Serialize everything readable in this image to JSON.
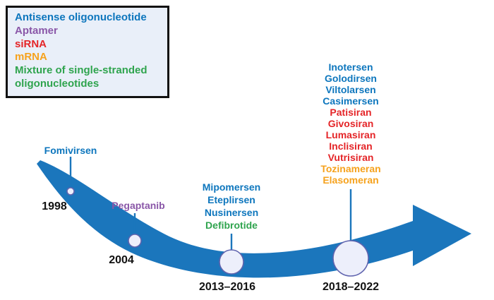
{
  "legend": {
    "items": [
      {
        "label": "Antisense oligonucleotide",
        "color": "#0d76bd"
      },
      {
        "label": "Aptamer",
        "color": "#8a57a8"
      },
      {
        "label": "siRNA",
        "color": "#e42528"
      },
      {
        "label": "mRNA",
        "color": "#f6a21d"
      },
      {
        "label": "Mixture of single-stranded oligonucleotides",
        "color": "#2fa44e"
      }
    ]
  },
  "timeline": {
    "arrow_color": "#1b76bc",
    "node_fill": "#edeffb",
    "milestones": [
      {
        "year": "1998",
        "drugs": [
          {
            "name": "Fomivirsen",
            "category": "Antisense oligonucleotide",
            "color": "#0d76bd"
          }
        ]
      },
      {
        "year": "2004",
        "drugs": [
          {
            "name": "Pegaptanib",
            "category": "Aptamer",
            "color": "#8a57a8"
          }
        ]
      },
      {
        "year": "2013–2016",
        "drugs": [
          {
            "name": "Mipomersen",
            "category": "Antisense oligonucleotide",
            "color": "#0d76bd"
          },
          {
            "name": "Eteplirsen",
            "category": "Antisense oligonucleotide",
            "color": "#0d76bd"
          },
          {
            "name": "Nusinersen",
            "category": "Antisense oligonucleotide",
            "color": "#0d76bd"
          },
          {
            "name": "Defibrotide",
            "category": "Mixture of single-stranded oligonucleotides",
            "color": "#2fa44e"
          }
        ]
      },
      {
        "year": "2018–2022",
        "drugs": [
          {
            "name": "Inotersen",
            "category": "Antisense oligonucleotide",
            "color": "#0d76bd"
          },
          {
            "name": "Golodirsen",
            "category": "Antisense oligonucleotide",
            "color": "#0d76bd"
          },
          {
            "name": "Viltolarsen",
            "category": "Antisense oligonucleotide",
            "color": "#0d76bd"
          },
          {
            "name": "Casimersen",
            "category": "Antisense oligonucleotide",
            "color": "#0d76bd"
          },
          {
            "name": "Patisiran",
            "category": "siRNA",
            "color": "#e42528"
          },
          {
            "name": "Givosiran",
            "category": "siRNA",
            "color": "#e42528"
          },
          {
            "name": "Lumasiran",
            "category": "siRNA",
            "color": "#e42528"
          },
          {
            "name": "Inclisiran",
            "category": "siRNA",
            "color": "#e42528"
          },
          {
            "name": "Vutrisiran",
            "category": "siRNA",
            "color": "#e42528"
          },
          {
            "name": "Tozinameran",
            "category": "mRNA",
            "color": "#f6a21d"
          },
          {
            "name": "Elasomeran",
            "category": "mRNA",
            "color": "#f6a21d"
          }
        ]
      }
    ]
  }
}
